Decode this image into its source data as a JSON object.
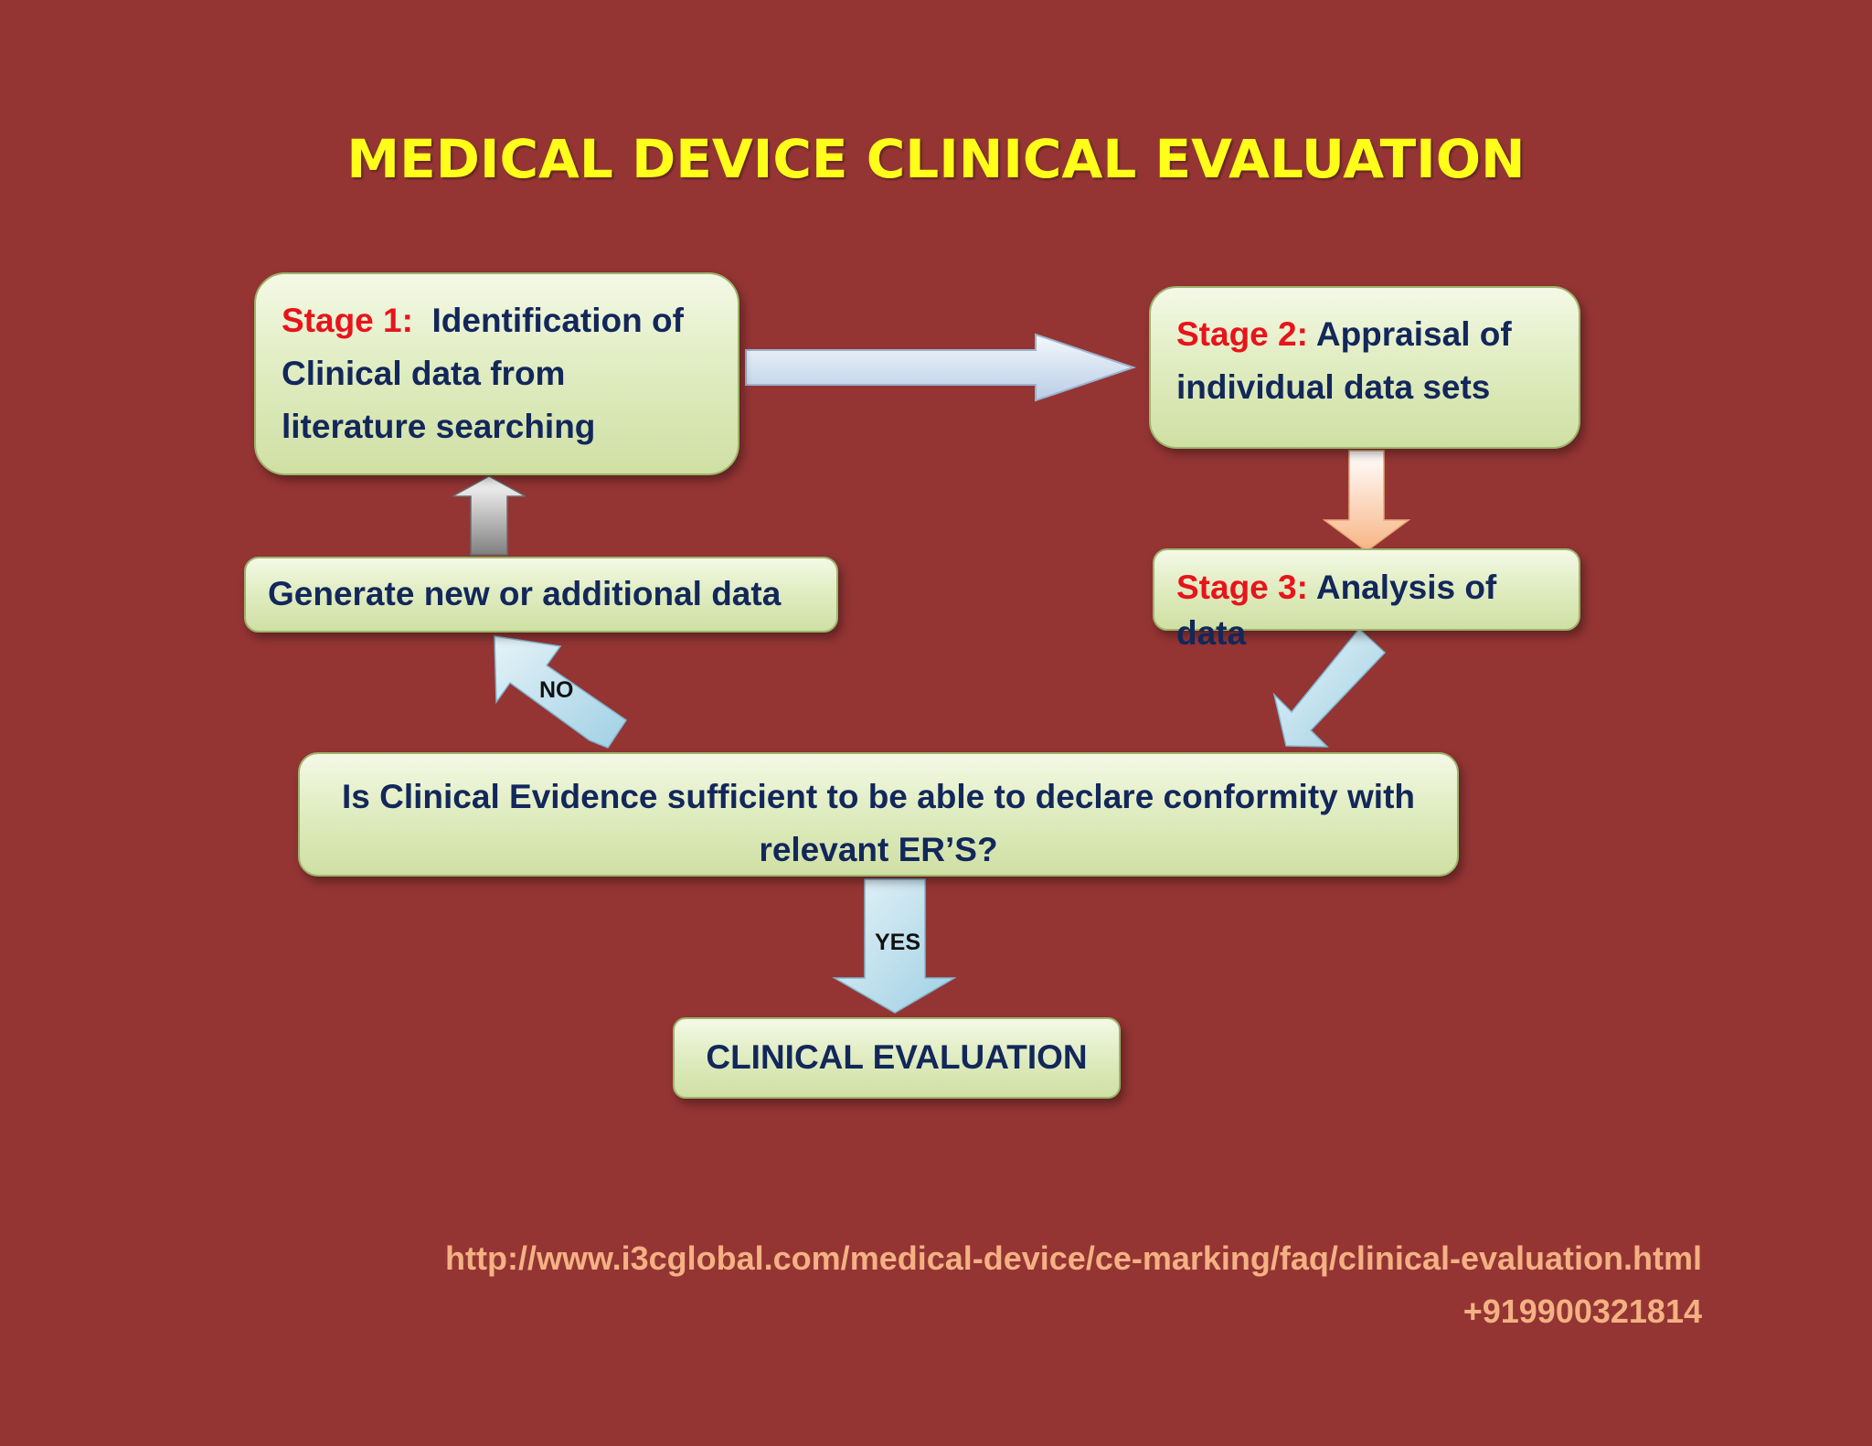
{
  "title": "MEDICAL DEVICE CLINICAL EVALUATION",
  "stage1": {
    "label": "Stage 1:",
    "text_line1": "Identification of",
    "text_line2": "Clinical data from",
    "text_line3": "literature searching"
  },
  "stage2": {
    "label": "Stage 2:",
    "text_line1": "Appraisal of",
    "text_line2": "individual data sets"
  },
  "stage3": {
    "label": "Stage 3:",
    "text": "Analysis of data"
  },
  "generate": {
    "text": "Generate new or additional data"
  },
  "question": {
    "line1": "Is Clinical Evidence sufficient to be able to declare conformity with",
    "line2": "relevant ER’S?"
  },
  "result": {
    "text": "CLINICAL EVALUATION"
  },
  "arrows": {
    "no_label": "NO",
    "yes_label": "YES"
  },
  "footer": {
    "url": "http://www.i3cglobal.com/medical-device/ce-marking/faq/clinical-evaluation.html",
    "phone": "+919900321814"
  },
  "colors": {
    "background": "#943534",
    "title": "#ffff1a",
    "stage_label": "#e8141b",
    "box_text": "#12275a",
    "footer": "#f4b183"
  }
}
